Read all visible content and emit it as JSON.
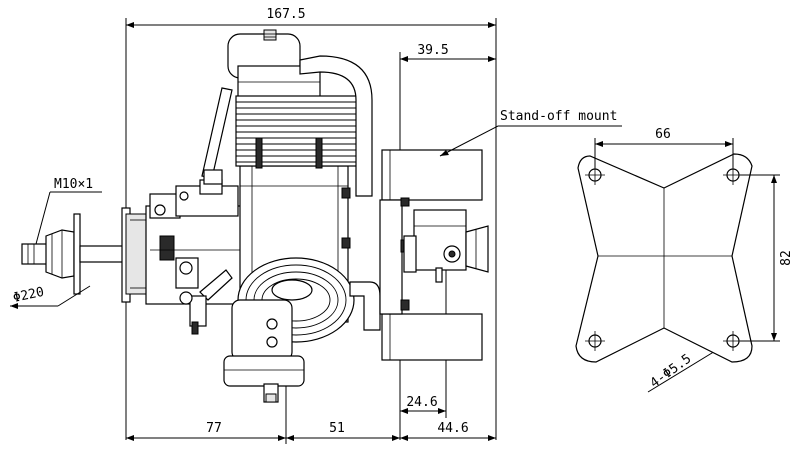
{
  "dimensions": {
    "overall_width": "167.5",
    "mount_depth": "39.5",
    "rear_left": "77",
    "rear_mid": "51",
    "rear_right": "44.6",
    "carb_offset": "24.6",
    "flange_spacing_h": "66",
    "flange_spacing_v": "82"
  },
  "labels": {
    "standoff": "Stand-off mount",
    "thread": "M10×1",
    "prop_dia": "Φ220",
    "holes": "4-Φ5.5"
  }
}
